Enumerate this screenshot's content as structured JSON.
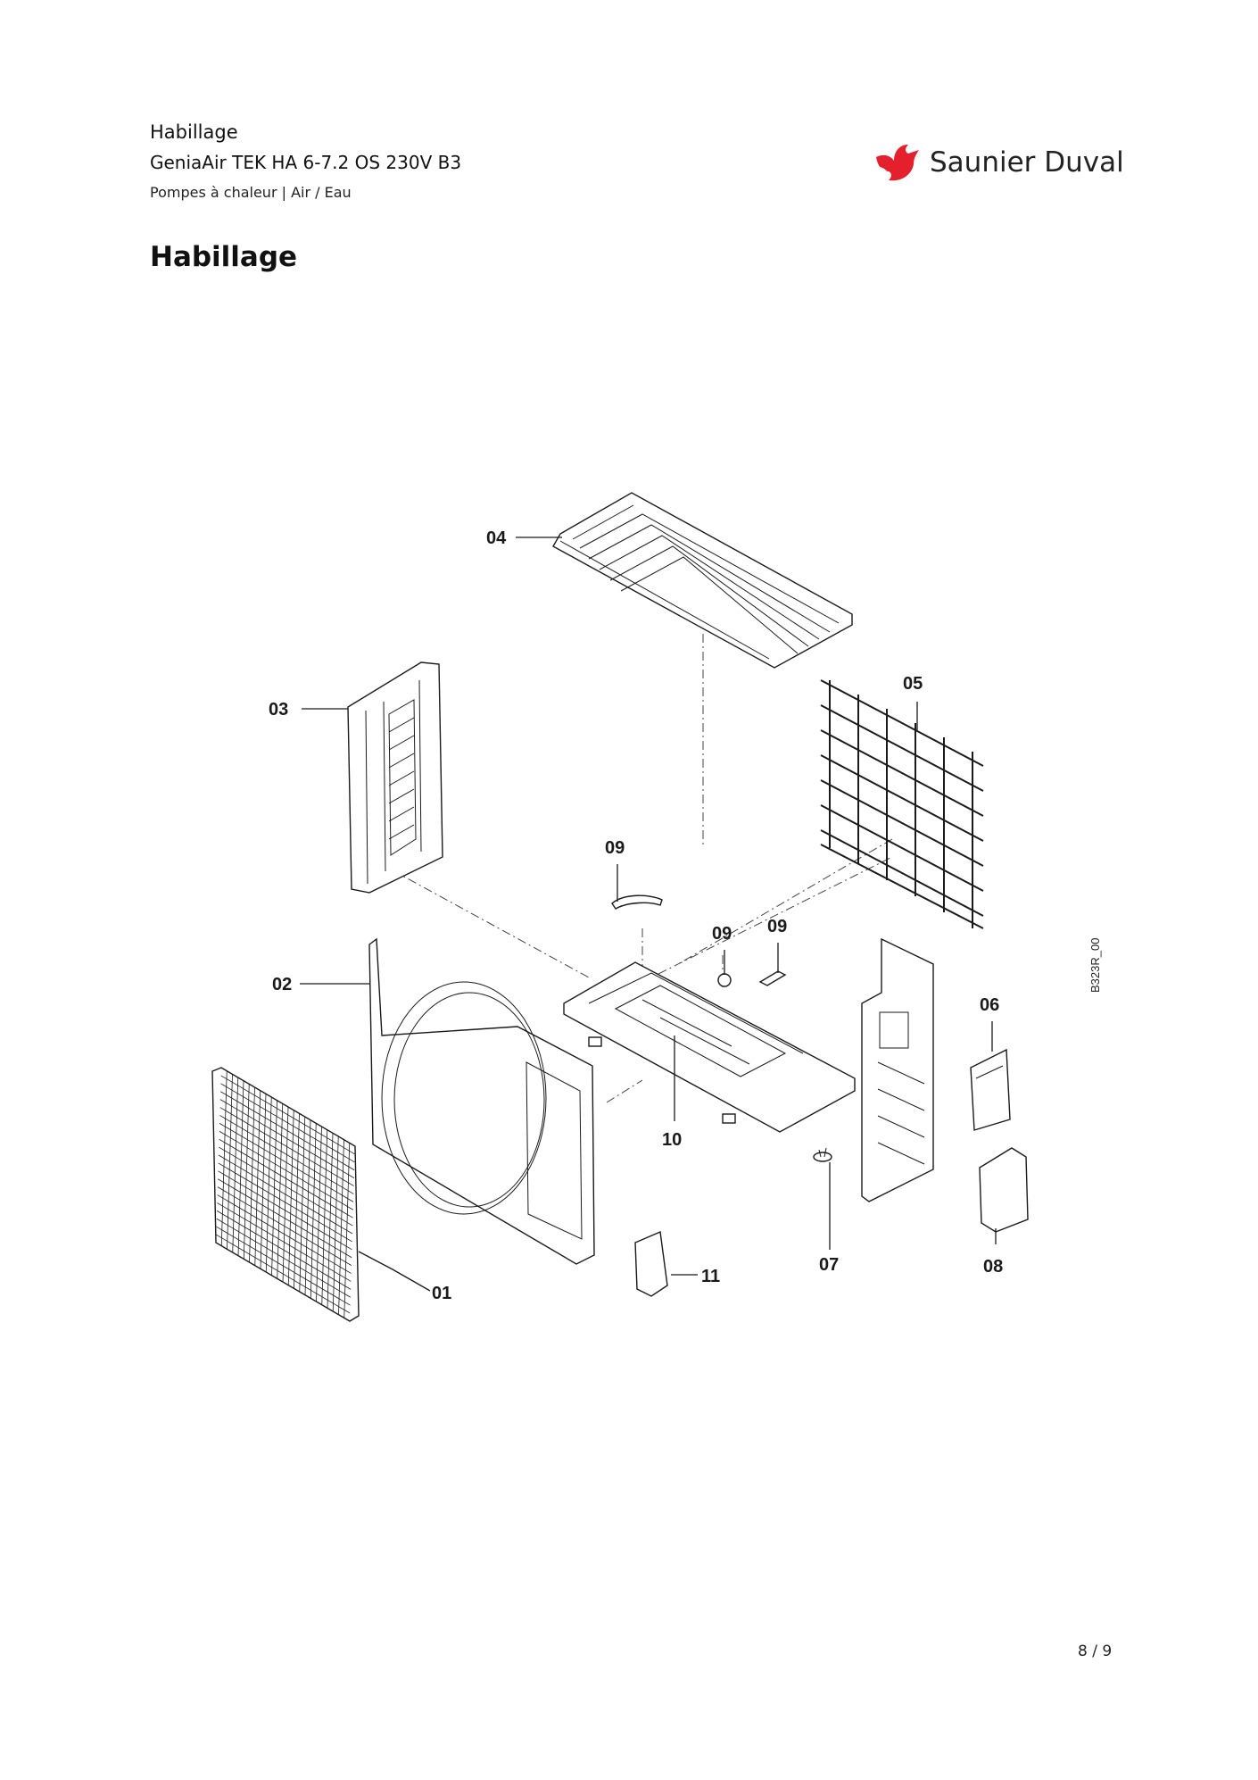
{
  "header": {
    "section": "Habillage",
    "model": "GeniaAir TEK HA 6-7.2 OS 230V B3",
    "category": "Pompes à chaleur | Air / Eau"
  },
  "page_title": "Habillage",
  "brand": {
    "name": "Saunier Duval",
    "color": "#e3202b"
  },
  "diagram": {
    "code": "B323R_00",
    "callouts": [
      "01",
      "02",
      "03",
      "04",
      "05",
      "06",
      "07",
      "08",
      "09",
      "09",
      "09",
      "10",
      "11"
    ]
  },
  "pagination": "8 / 9"
}
